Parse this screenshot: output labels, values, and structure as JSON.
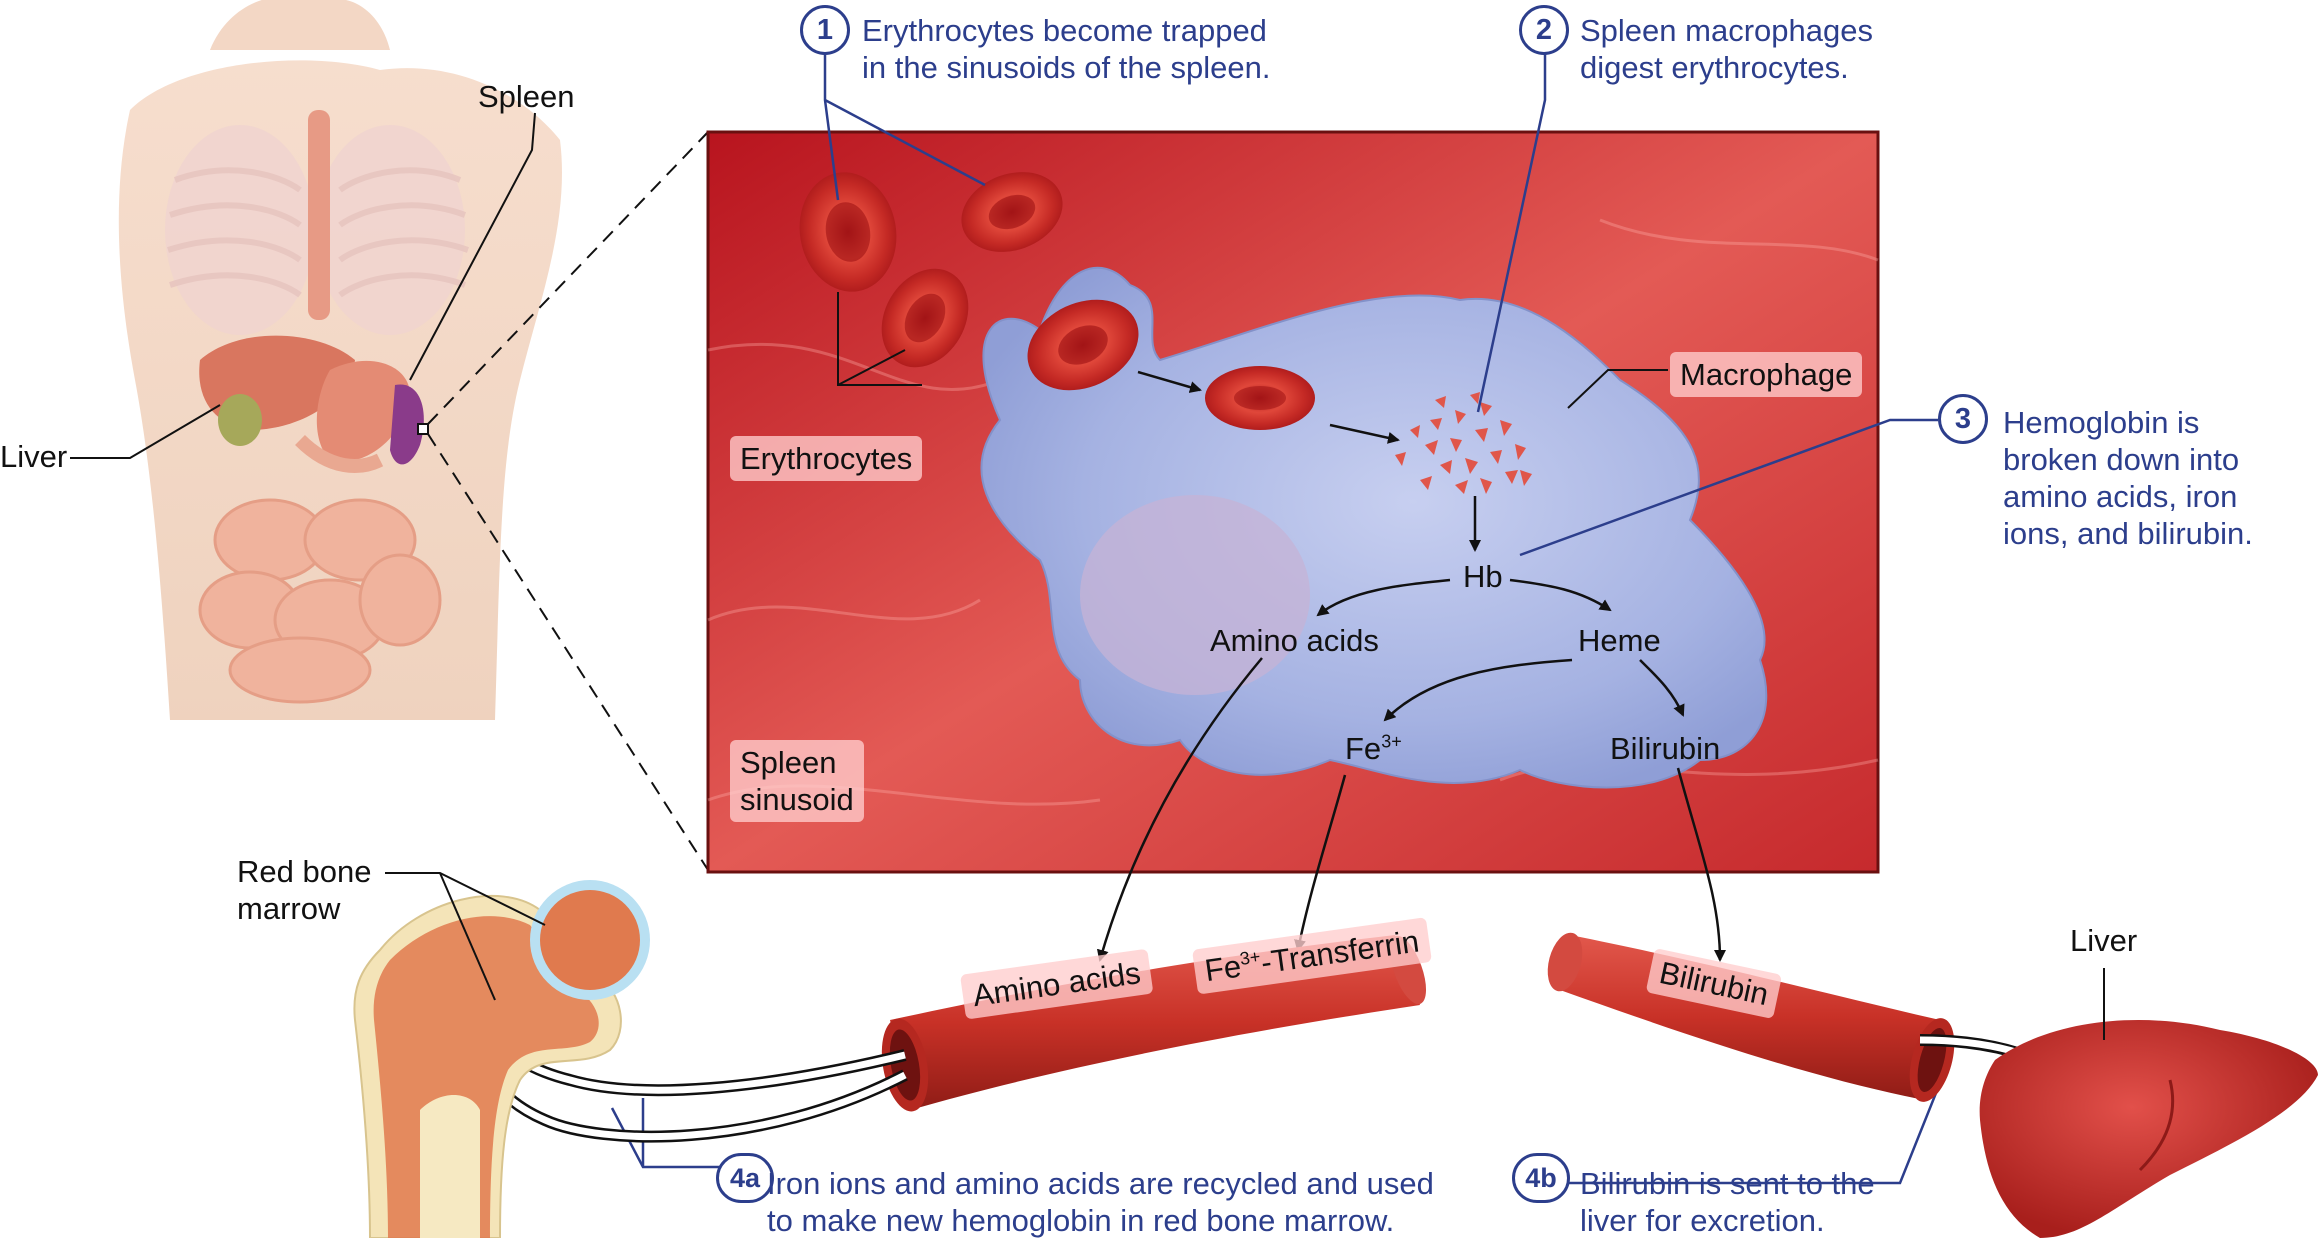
{
  "body_labels": {
    "spleen": "Spleen",
    "liver": "Liver"
  },
  "bone": {
    "label_line1": "Red bone",
    "label_line2": "marrow"
  },
  "liver_organ": {
    "label": "Liver"
  },
  "step1": {
    "number": "1",
    "line1": "Erythrocytes become trapped",
    "line2": "in the sinusoids of the spleen."
  },
  "step2": {
    "number": "2",
    "line1": "Spleen macrophages",
    "line2": "digest erythrocytes."
  },
  "step3": {
    "number": "3",
    "line1": "Hemoglobin is",
    "line2": "broken down into",
    "line3": "amino acids, iron",
    "line4": "ions, and bilirubin."
  },
  "step4a": {
    "number": "4a",
    "line1": "Iron ions and amino acids are recycled and used",
    "line2": "to make new hemoglobin in red bone marrow."
  },
  "step4b": {
    "number": "4b",
    "line1": "Bilirubin is sent to the",
    "line2": "liver for excretion."
  },
  "panel": {
    "erythrocytes": "Erythrocytes",
    "macrophage": "Macrophage",
    "spleen_sinusoid_line1": "Spleen",
    "spleen_sinusoid_line2": "sinusoid",
    "hb": "Hb",
    "amino_acids": "Amino acids",
    "heme": "Heme",
    "fe": "Fe",
    "fe_charge": "3+",
    "bilirubin": "Bilirubin"
  },
  "vessels": {
    "amino_acids": "Amino acids",
    "fe": "Fe",
    "fe_charge": "3+",
    "transferrin": "-Transferrin",
    "bilirubin": "Bilirubin"
  },
  "colors": {
    "step_blue": "#2c3e8c",
    "sinusoid_red": "#c8262c",
    "macrophage_lavender": "#a9b6e3",
    "erythrocyte_red": "#d63a2e"
  }
}
